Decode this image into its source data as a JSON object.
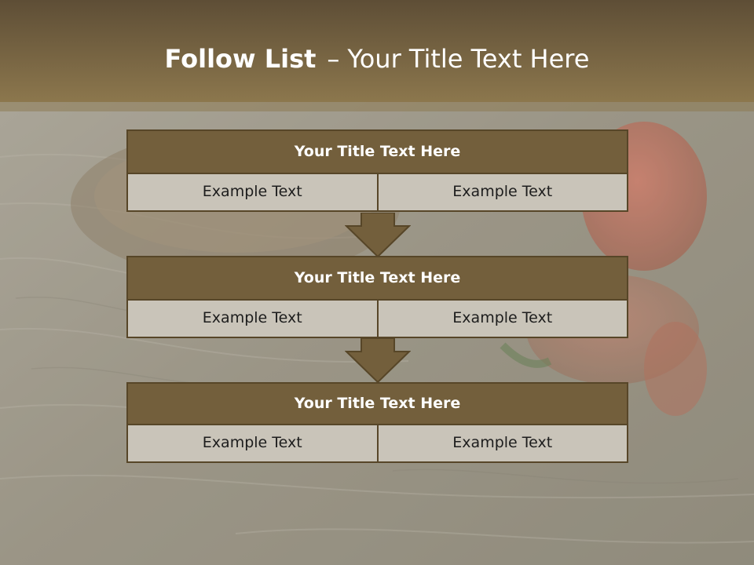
{
  "slide": {
    "title_bold": "Follow List",
    "title_dash": "–",
    "title_rest": "Your Title Text Here"
  },
  "blocks": [
    {
      "title": "Your Title Text Here",
      "cells": [
        "Example Text",
        "Example Text"
      ]
    },
    {
      "title": "Your Title Text Here",
      "cells": [
        "Example Text",
        "Example Text"
      ]
    },
    {
      "title": "Your Title Text Here",
      "cells": [
        "Example Text",
        "Example Text"
      ]
    }
  ],
  "colors": {
    "header_fill": "#735f3c",
    "header_border": "#574628",
    "cell_fill": "#c9c4b9",
    "arrow_fill": "#735f3c"
  },
  "icons": {
    "connector": "down-arrow-icon"
  }
}
